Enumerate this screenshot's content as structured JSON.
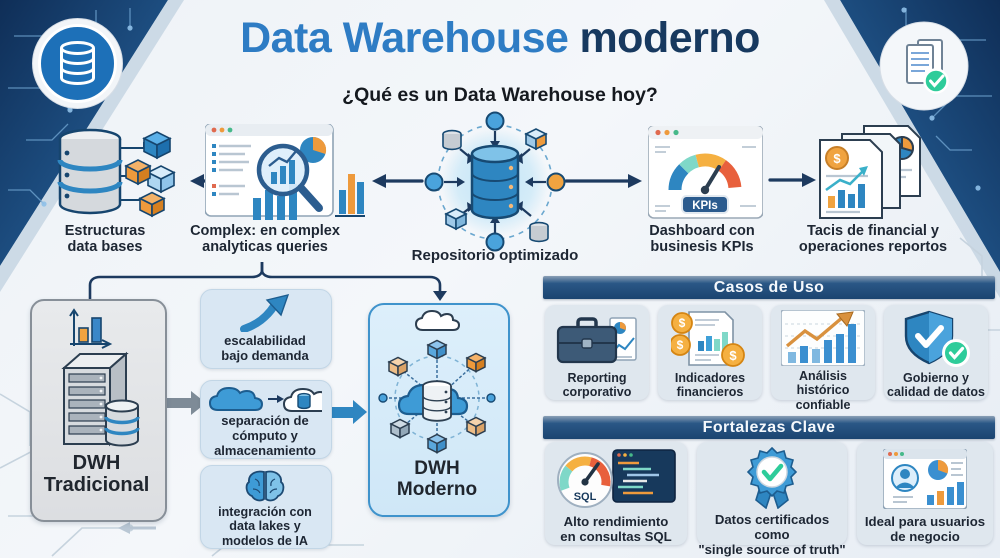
{
  "header": {
    "title_primary": "Data Warehouse",
    "title_secondary": "moderno",
    "subtitle": "¿Qué es un Data Warehouse hoy?"
  },
  "flow": {
    "source_label": "Estructuras\ndata bases",
    "queries_label": "Complex: en complex\nanalyticas queries",
    "repository_label": "Repositorio optimizado",
    "dashboard_label": "Dashboard con\nbusinesis KPIs",
    "dashboard_badge": "KPIs",
    "reports_label": "Tacis de financial y\noperaciones reportos"
  },
  "comparison": {
    "traditional_label": "DWH\nTradicional",
    "modern_label": "DWH\nModerno",
    "features": [
      {
        "label": "escalabilidad\nbajo demanda"
      },
      {
        "label": "separación de\ncómputo y\nalmacenamiento"
      },
      {
        "label": "integración con\ndata lakes y\nmodelos de IA"
      }
    ]
  },
  "use_cases": {
    "title": "Casos de Uso",
    "items": [
      {
        "label": "Reporting\ncorporativo"
      },
      {
        "label": "Indicadores\nfinancieros"
      },
      {
        "label": "Análisis histórico\nconfiable"
      },
      {
        "label": "Gobierno y\ncalidad de datos"
      }
    ]
  },
  "strengths": {
    "title": "Fortalezas Clave",
    "gauge_text": "SQL",
    "items": [
      {
        "label": "Alto rendimiento\nen consultas SQL"
      },
      {
        "label": "Datos certificados como\n\"single source of truth\""
      },
      {
        "label": "Ideal para usuarios\nde negocio"
      }
    ]
  },
  "glyphs": {
    "dollar": "$"
  },
  "colors": {
    "title_blue": "#2e7cc4",
    "title_navy": "#17395f",
    "accent_blue": "#2e86c1",
    "navy": "#1d3a5f",
    "orange": "#ee9a3c",
    "green": "#2ecc9a",
    "section_bar": "#1b4470",
    "background": "#eef2f7"
  }
}
